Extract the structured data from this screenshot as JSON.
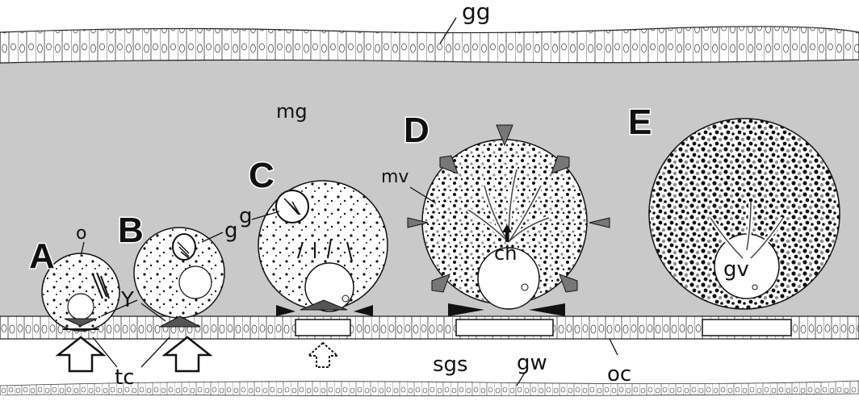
{
  "panels": [
    "A",
    "B",
    "C",
    "D",
    "E"
  ],
  "labels": {
    "gg": "gg",
    "mg": "mg",
    "mv": "mv",
    "o": "o",
    "g": "g",
    "Y": "Y",
    "tc": "tc",
    "ch": "ch",
    "gv": "gv",
    "sgs": "sgs",
    "gw": "gw",
    "oc": "oc"
  },
  "colors": {
    "gonad_matrix": "#c9c9c9",
    "background": "#ffffff",
    "ink": "#111111",
    "yolk_grey": "#8f8f8f",
    "arrow_fill": "#7a7a7a"
  }
}
